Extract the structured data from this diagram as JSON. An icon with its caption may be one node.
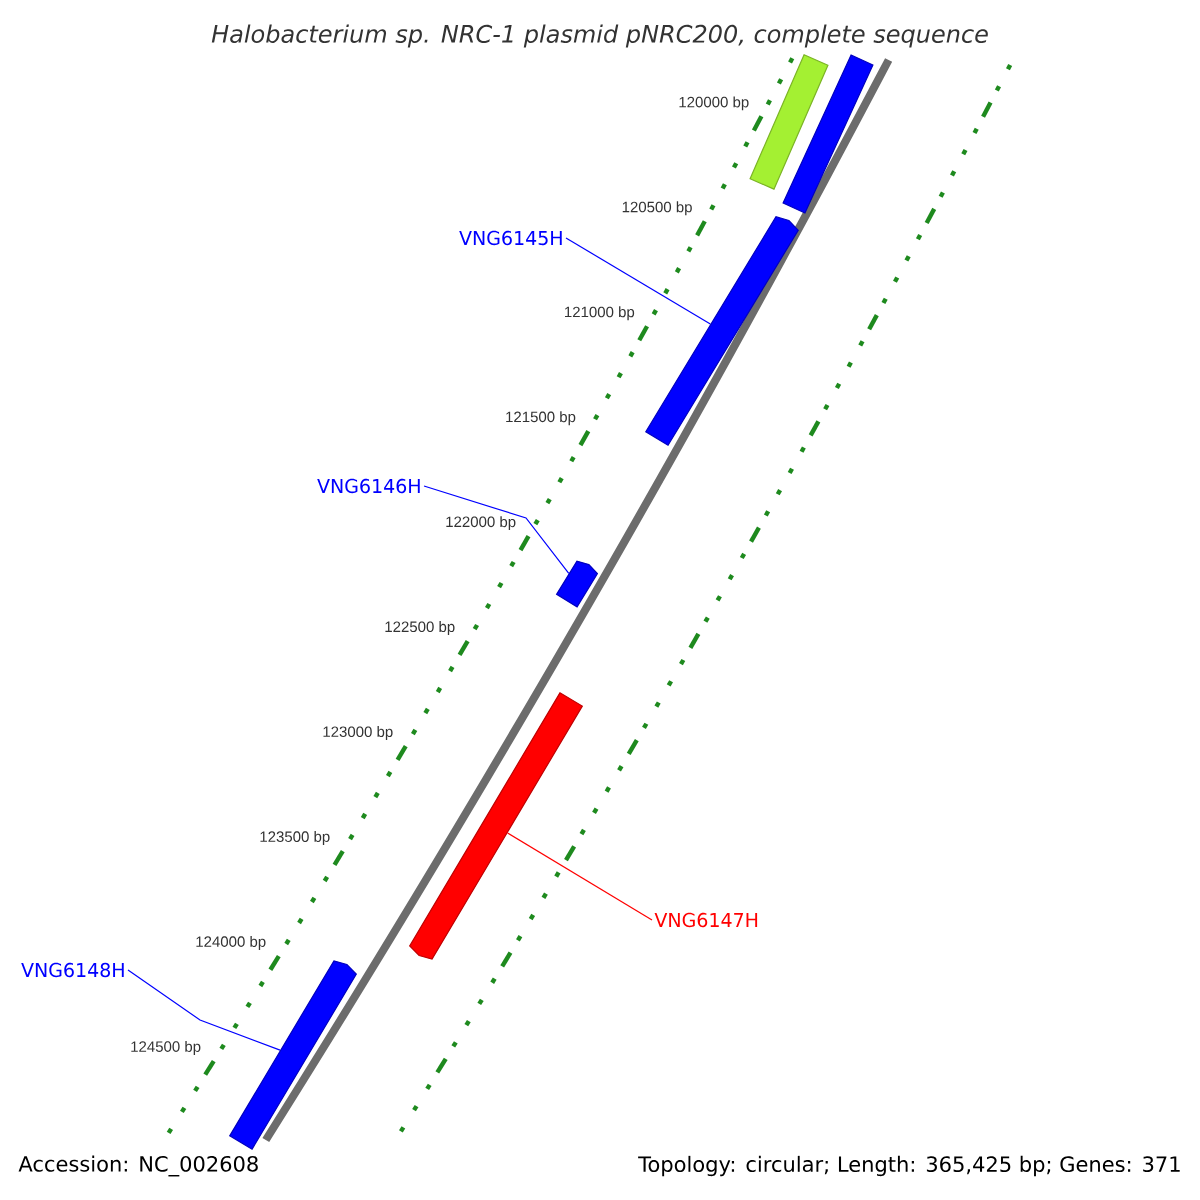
{
  "diagram": {
    "title": "Halobacterium sp. NRC-1 plasmid pNRC200, complete sequence",
    "nodes": [
      {
        "text": [],
        "shape": "bar"
      },
      {
        "text": [],
        "shape": "bar"
      },
      {
        "text": [
          "VNG6145H"
        ]
      },
      {
        "text": [],
        "shape": "bar"
      },
      {
        "text": [
          "VNG6146H"
        ]
      },
      {
        "text": [],
        "shape": "bar"
      },
      {
        "text": [
          "VNG6147H"
        ]
      },
      {
        "text": [],
        "shape": "bar"
      },
      {
        "text": [
          "VNG6148H"
        ]
      },
      {
        "text": [],
        "shape": "bar"
      }
    ],
    "edges": [
      {
        "from": 2,
        "to": 3,
        "arrow": "none"
      },
      {
        "from": 4,
        "to": 5,
        "arrow": "none"
      },
      {
        "from": 6,
        "to": 7,
        "arrow": "none",
        "color": "#ff0000"
      },
      {
        "from": 8,
        "to": 9,
        "arrow": "none"
      }
    ],
    "labels": [
      "120000 bp",
      "120500 bp",
      "121000 bp",
      "121500 bp",
      "122000 bp",
      "122500 bp",
      "123000 bp",
      "123500 bp",
      "124000 bp",
      "124500 bp",
      "Accession: NC_002608",
      "Topology: circular; Length: 365,425 bp; Genes: 371"
    ]
  }
}
